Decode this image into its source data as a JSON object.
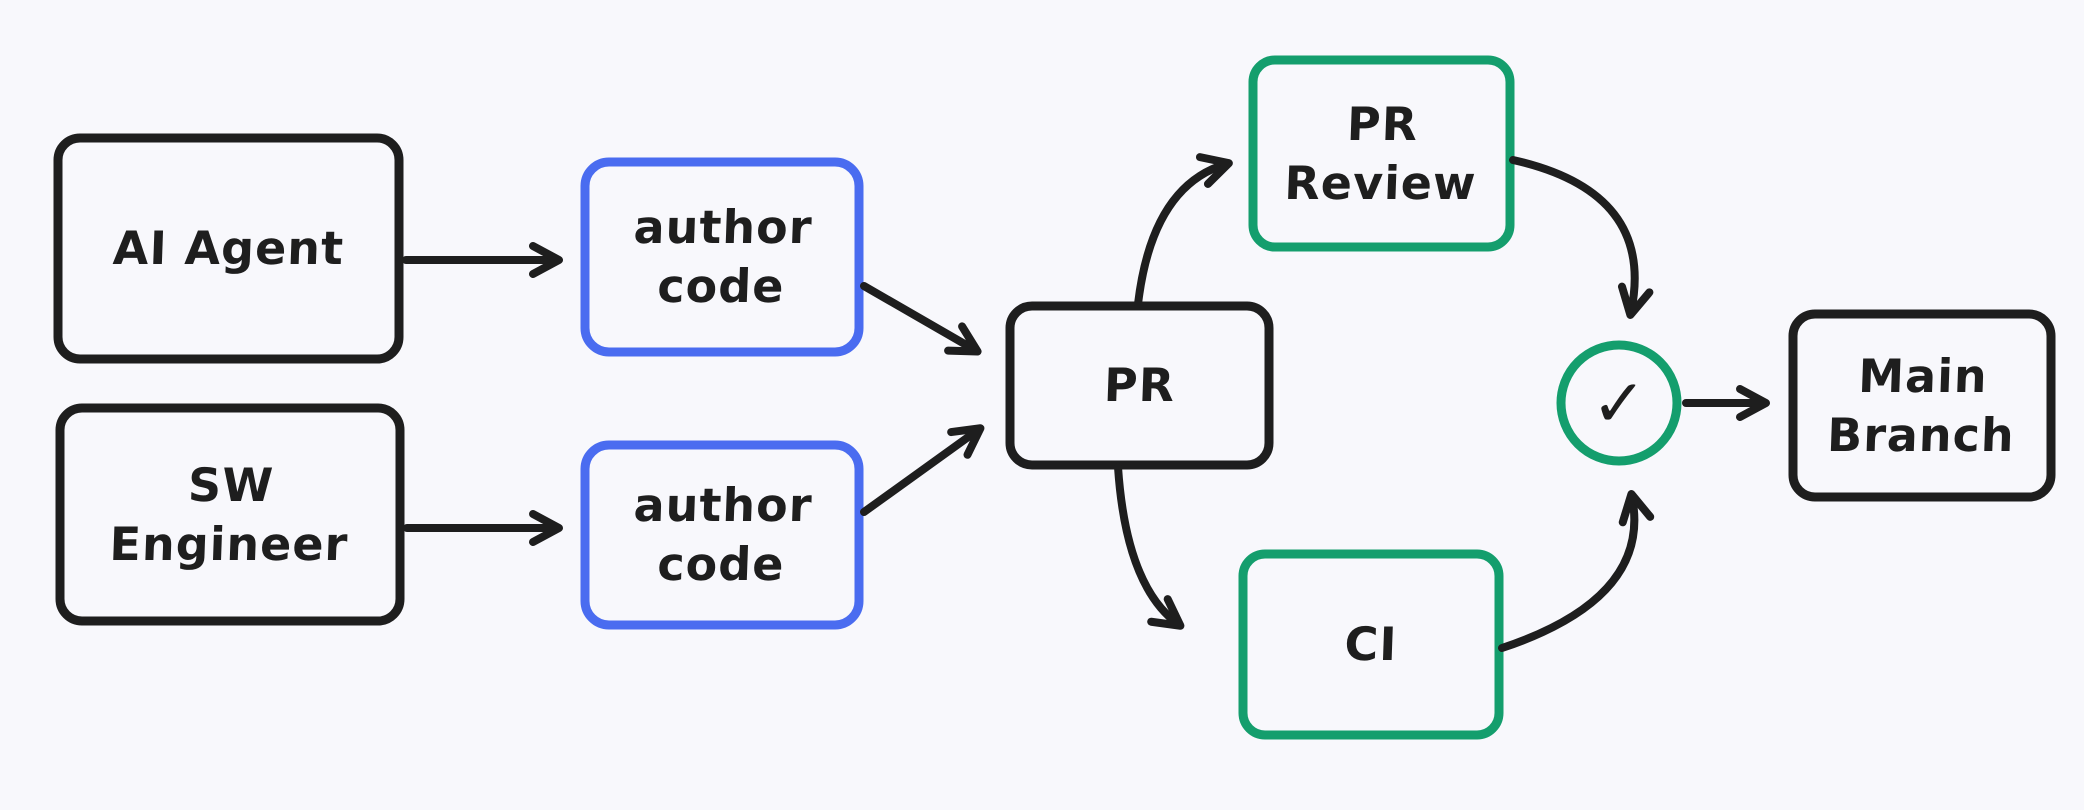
{
  "diagram": {
    "background": "#f8f8fc",
    "colors": {
      "black": "#1e1e1e",
      "blue": "#4a6cf0",
      "green": "#149e6d",
      "text": "#1e1e1e"
    },
    "nodes": {
      "ai_agent": {
        "label": "AI Agent"
      },
      "sw_engineer": {
        "label": "SW\nEngineer"
      },
      "author_code_top": {
        "label": "author\ncode"
      },
      "author_code_bottom": {
        "label": "author\ncode"
      },
      "pr": {
        "label": "PR"
      },
      "pr_review": {
        "label": "PR\nReview"
      },
      "ci": {
        "label": "CI"
      },
      "check": {
        "symbol": "✓"
      },
      "main_branch": {
        "label": "Main\nBranch"
      }
    },
    "edges": [
      {
        "from": "ai_agent",
        "to": "author_code_top"
      },
      {
        "from": "sw_engineer",
        "to": "author_code_bottom"
      },
      {
        "from": "author_code_top",
        "to": "pr"
      },
      {
        "from": "author_code_bottom",
        "to": "pr"
      },
      {
        "from": "pr",
        "to": "pr_review"
      },
      {
        "from": "pr",
        "to": "ci"
      },
      {
        "from": "pr_review",
        "to": "check"
      },
      {
        "from": "ci",
        "to": "check"
      },
      {
        "from": "check",
        "to": "main_branch"
      }
    ]
  }
}
